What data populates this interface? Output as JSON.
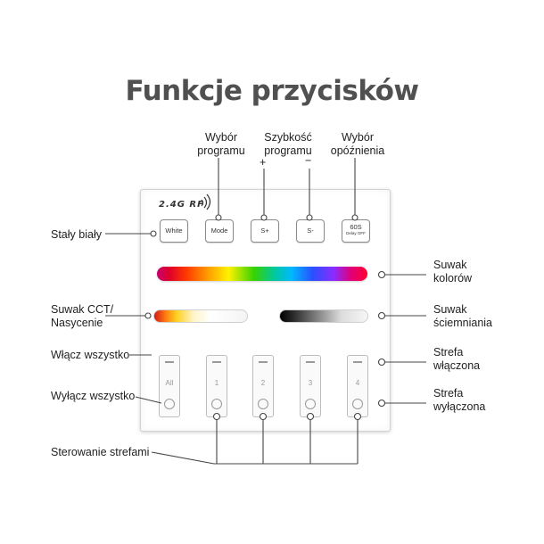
{
  "title": "Funkcje przycisków",
  "top_labels": {
    "program_select": [
      "Wybór",
      "programu"
    ],
    "speed": [
      "Szybkość",
      "programu"
    ],
    "speed_plus": "+",
    "speed_minus": "−",
    "delay": [
      "Wybór",
      "opóźnienia"
    ]
  },
  "left_labels": {
    "white": "Stały biały",
    "cct": [
      "Suwak CCT/",
      "Nasycenie"
    ],
    "all_on": "Włącz wszystko",
    "all_off": "Wyłącz wszystko",
    "zones": "Sterowanie strefami"
  },
  "right_labels": {
    "color": [
      "Suwak",
      "kolorów"
    ],
    "dimming": [
      "Suwak",
      "ściemniania"
    ],
    "zone_on": [
      "Strefa",
      "włączona"
    ],
    "zone_off": [
      "Strefa",
      "wyłączona"
    ]
  },
  "panel": {
    "rf_label": "2.4G RF",
    "buttons": {
      "white": "White",
      "mode": "Mode",
      "speed_up": "S+",
      "speed_down": "S-",
      "delay_main": "60S",
      "delay_sub": "Delay OFF"
    },
    "zones": [
      "All",
      "1",
      "2",
      "3",
      "4"
    ]
  },
  "colors": {
    "title": "#505050",
    "lines": "#444444"
  }
}
